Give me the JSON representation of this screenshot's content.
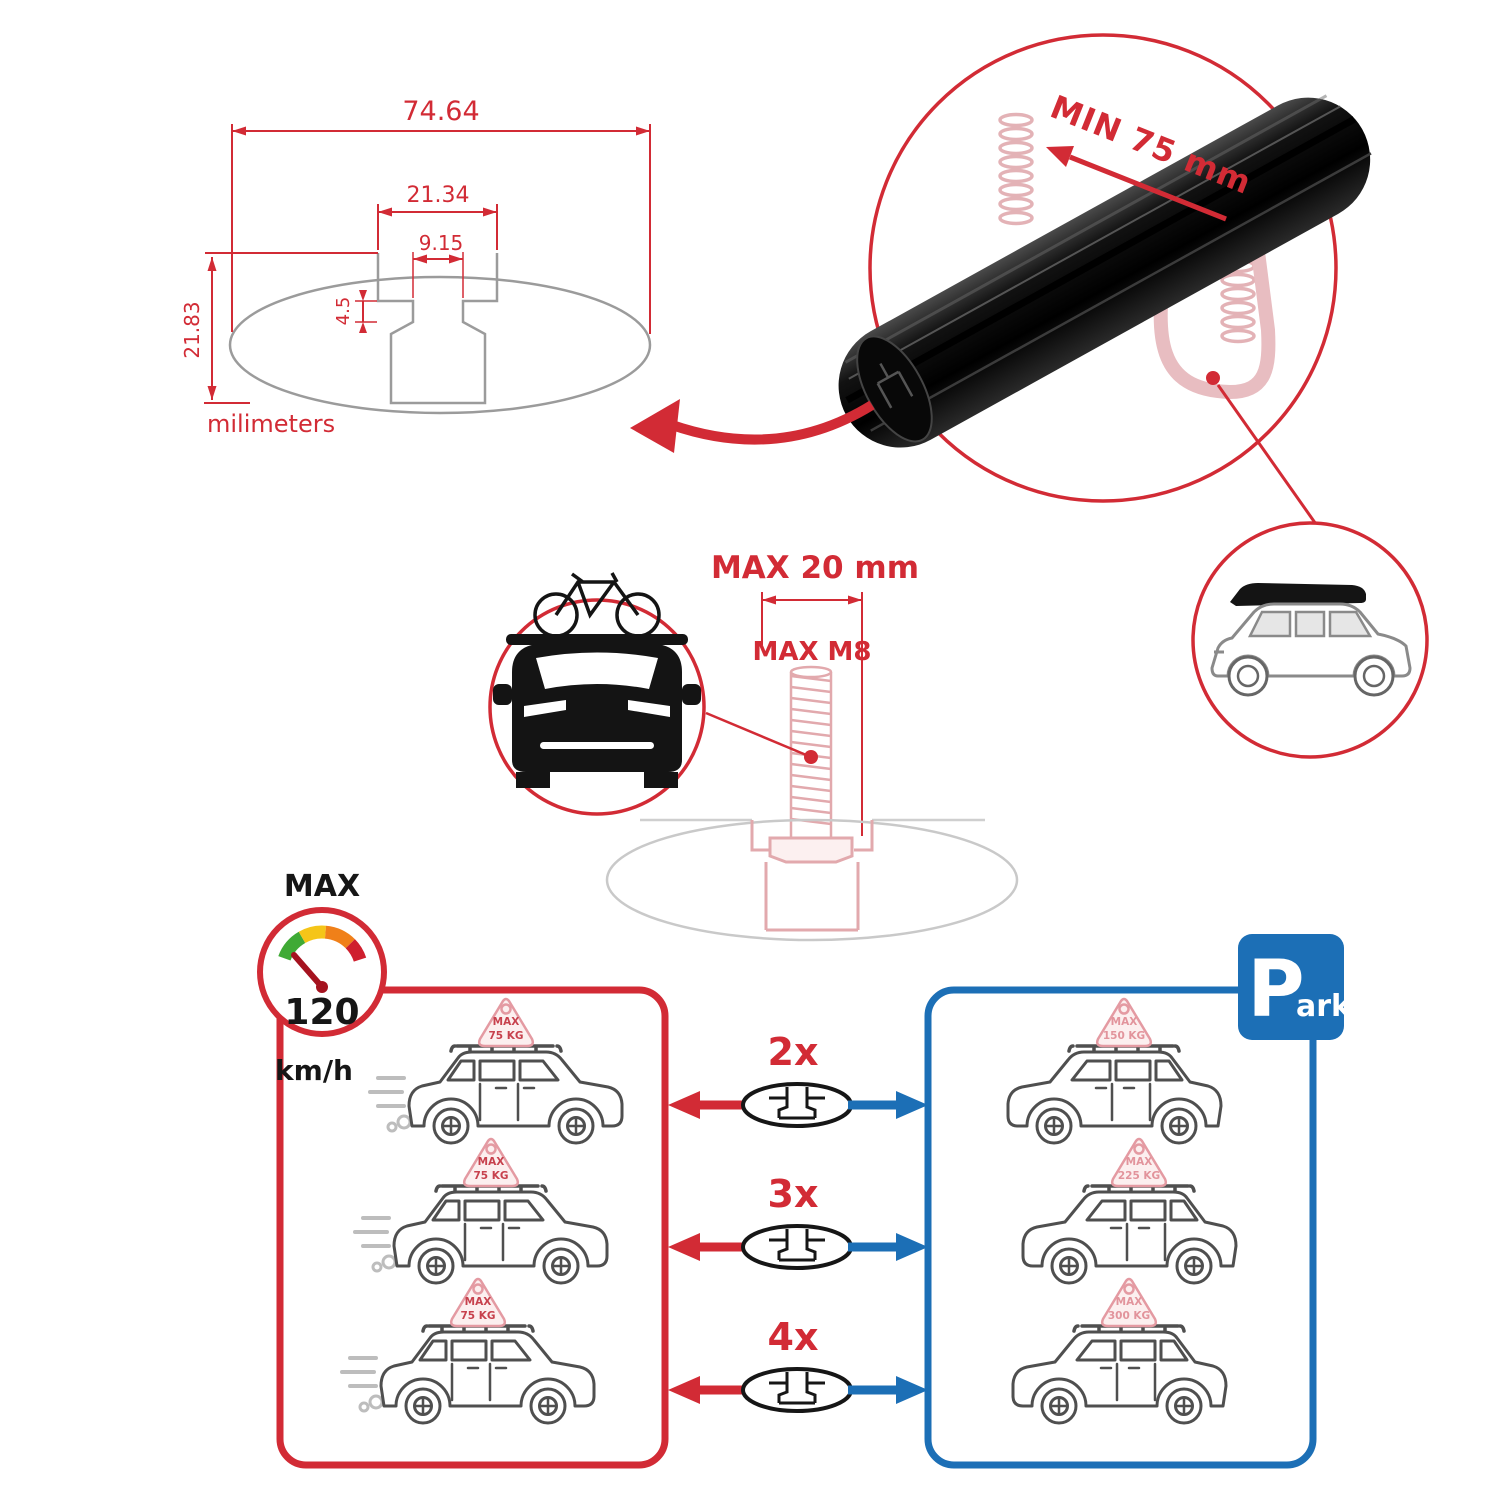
{
  "colors": {
    "red": "#d22b35",
    "blue": "#1c6fb6",
    "black": "#161616",
    "faded_pink": "#e2a9ad",
    "gray": "#9b9b9b"
  },
  "dimension_drawing": {
    "outer_width": "74.64",
    "slot_width": "21.34",
    "slot_inner_width": "9.15",
    "slot_depth": "4.5",
    "height": "21.83",
    "unit": "milimeters"
  },
  "bar_detail": {
    "min_clamp_span": "MIN 75 mm"
  },
  "bolt_detail": {
    "max_depth": "MAX 20 mm",
    "max_thread": "MAX M8"
  },
  "speed_limit": {
    "label": "MAX",
    "value": "120",
    "unit": "km/h"
  },
  "crossbar_options": [
    {
      "count": "2x",
      "left_load": {
        "label": "MAX",
        "weight": "75 KG"
      },
      "right_load": {
        "label": "MAX",
        "weight": "150 KG"
      }
    },
    {
      "count": "3x",
      "left_load": {
        "label": "MAX",
        "weight": "75 KG"
      },
      "right_load": {
        "label": "MAX",
        "weight": "225 KG"
      }
    },
    {
      "count": "4x",
      "left_load": {
        "label": "MAX",
        "weight": "75 KG"
      },
      "right_load": {
        "label": "MAX",
        "weight": "300 KG"
      }
    }
  ],
  "park_sign": {
    "initial": "P",
    "rest": "ark"
  }
}
